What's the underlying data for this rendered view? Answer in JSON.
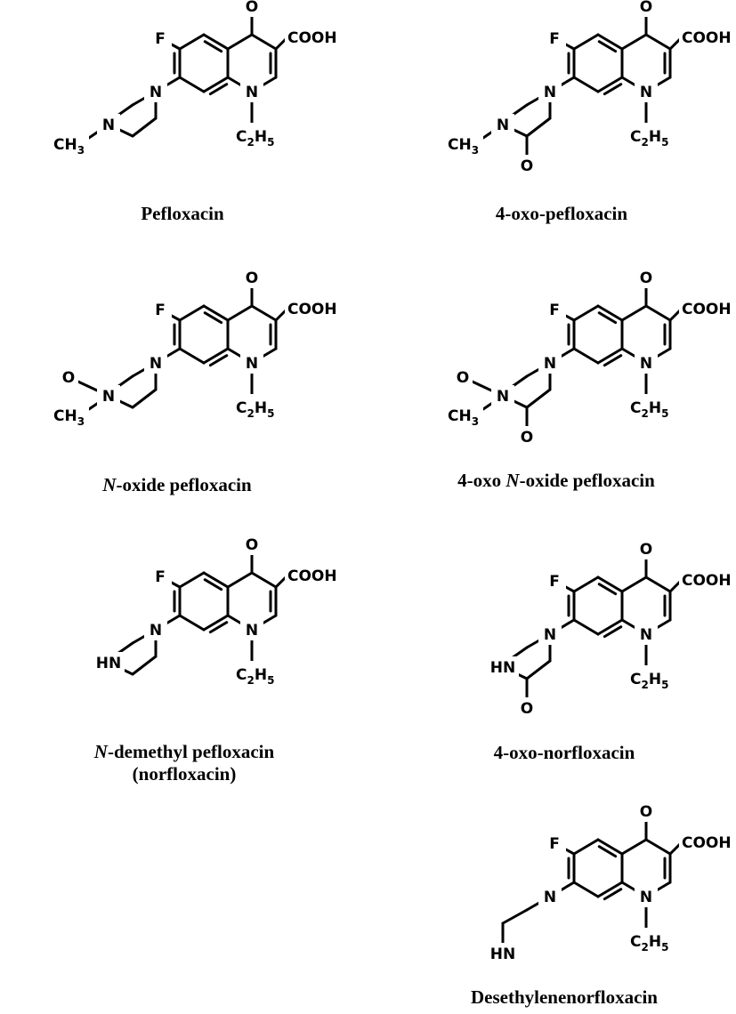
{
  "molecules": [
    {
      "id": "pefloxacin",
      "caption_lines": [
        [
          {
            "text": "Pefloxacin"
          }
        ]
      ],
      "labels": {
        "f": "F",
        "o": "O",
        "cooh": "COOH",
        "n1": "N",
        "ethyl_main": "C",
        "ethyl_sub1": "2",
        "ethyl_h": "H",
        "ethyl_sub2": "5",
        "pip_n": "N",
        "far_n": "N",
        "methyl_main": "CH",
        "methyl_sub": "3"
      }
    },
    {
      "id": "4-oxo-pefloxacin",
      "caption_lines": [
        [
          {
            "text": "4-oxo-pefloxacin"
          }
        ]
      ],
      "labels": {
        "f": "F",
        "o": "O",
        "cooh": "COOH",
        "n1": "N",
        "ethyl_main": "C",
        "ethyl_sub1": "2",
        "ethyl_h": "H",
        "ethyl_sub2": "5",
        "pip_n": "N",
        "far_n": "N",
        "methyl_main": "CH",
        "methyl_sub": "3",
        "oxo": "O"
      }
    },
    {
      "id": "n-oxide-pefloxacin",
      "caption_lines": [
        [
          {
            "text": "N",
            "italic": true
          },
          {
            "text": "-oxide pefloxacin"
          }
        ]
      ],
      "labels": {
        "f": "F",
        "o": "O",
        "cooh": "COOH",
        "n1": "N",
        "ethyl_main": "C",
        "ethyl_sub1": "2",
        "ethyl_h": "H",
        "ethyl_sub2": "5",
        "pip_n": "N",
        "far_n": "N",
        "methyl_main": "CH",
        "methyl_sub": "3",
        "noxide": "O"
      }
    },
    {
      "id": "4-oxo-n-oxide-pefloxacin",
      "caption_lines": [
        [
          {
            "text": "4-oxo "
          },
          {
            "text": "N",
            "italic": true
          },
          {
            "text": "-oxide pefloxacin"
          }
        ]
      ],
      "labels": {
        "f": "F",
        "o": "O",
        "cooh": "COOH",
        "n1": "N",
        "ethyl_main": "C",
        "ethyl_sub1": "2",
        "ethyl_h": "H",
        "ethyl_sub2": "5",
        "pip_n": "N",
        "far_n": "N",
        "methyl_main": "CH",
        "methyl_sub": "3",
        "oxo": "O",
        "noxide": "O"
      }
    },
    {
      "id": "n-demethyl-pefloxacin",
      "caption_lines": [
        [
          {
            "text": "N",
            "italic": true
          },
          {
            "text": "-demethyl pefloxacin"
          }
        ],
        [
          {
            "text": "(norfloxacin)"
          }
        ]
      ],
      "labels": {
        "f": "F",
        "o": "O",
        "cooh": "COOH",
        "n1": "N",
        "ethyl_main": "C",
        "ethyl_sub1": "2",
        "ethyl_h": "H",
        "ethyl_sub2": "5",
        "pip_n": "N",
        "far_n": "HN"
      }
    },
    {
      "id": "4-oxo-norfloxacin",
      "caption_lines": [
        [
          {
            "text": "4-oxo-norfloxacin"
          }
        ]
      ],
      "labels": {
        "f": "F",
        "o": "O",
        "cooh": "COOH",
        "n1": "N",
        "ethyl_main": "C",
        "ethyl_sub1": "2",
        "ethyl_h": "H",
        "ethyl_sub2": "5",
        "pip_n": "N",
        "far_n": "HN",
        "oxo": "O"
      }
    },
    {
      "id": "desethylenenorfloxacin",
      "caption_lines": [
        [
          {
            "text": "Desethylenenorfloxacin"
          }
        ]
      ],
      "labels": {
        "f": "F",
        "o": "O",
        "cooh": "COOH",
        "n1": "N",
        "ethyl_main": "C",
        "ethyl_sub1": "2",
        "ethyl_h": "H",
        "ethyl_sub2": "5",
        "pip_n": "N",
        "far_n": "HN"
      }
    }
  ]
}
